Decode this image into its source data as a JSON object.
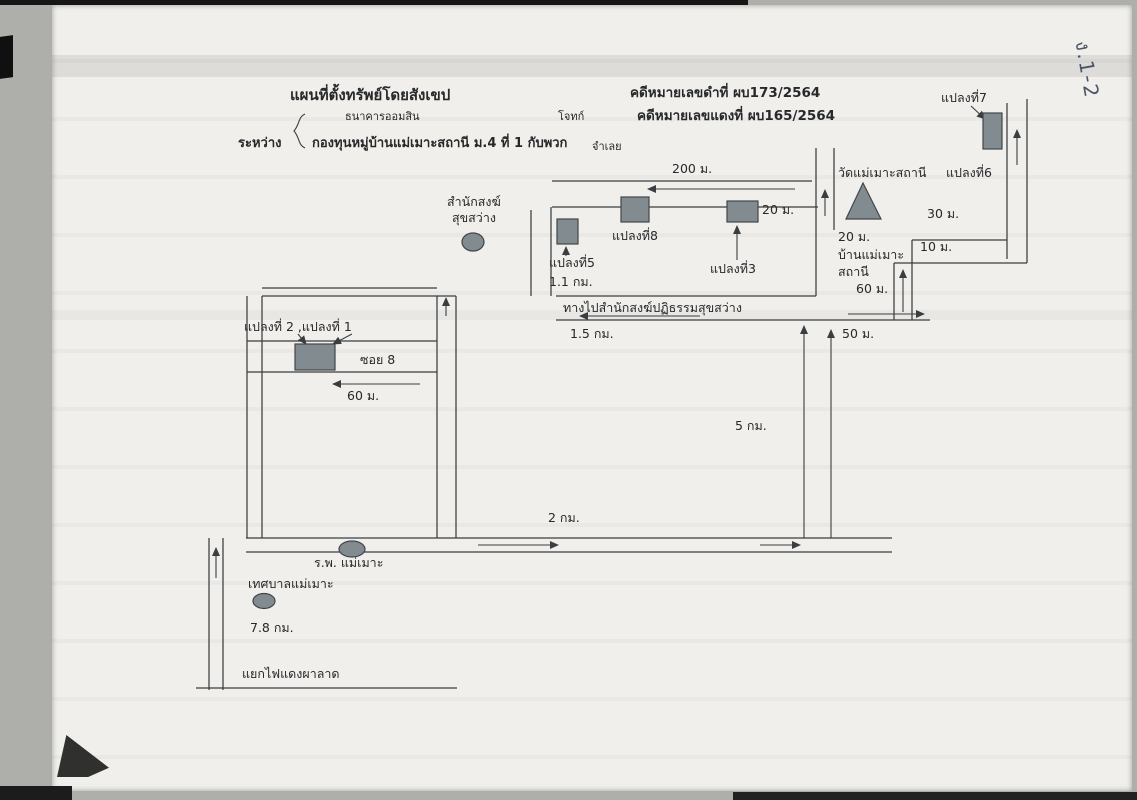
{
  "artifacts": {
    "handwritten_note": "ง.1-2"
  },
  "header": {
    "title": "แผนที่ตั้งทรัพย์โดยสังเขป",
    "case_black_number": "คดีหมายเลขดำที่ ผบ173/2564",
    "case_red_number": "คดีหมายเลขแดงที่ ผบ165/2564",
    "between_label": "ระหว่าง",
    "plaintiff_name": "ธนาคารออมสิน",
    "plaintiff_role": "โจทก์",
    "defendant_name": "กองทุนหมู่บ้านแม่เมาะสถานี ม.4 ที่ 1 กับพวก",
    "defendant_role": "จำเลย"
  },
  "map": {
    "labels": {
      "plot7": "แปลงที่7",
      "plot6": "แปลงที่6",
      "plot8": "แปลงที่8",
      "plot5": "แปลงที่5",
      "plot3": "แปลงที่3",
      "plots_2_1": "แปลงที่ 2 ,แปลงที่ 1",
      "temple": "วัดแม่เมาะสถานี",
      "village_line1": "บ้านแม่เมาะ",
      "village_line2": "สถานี",
      "monastery_line1": "สำนักสงฆ์",
      "monastery_line2": "สุขสว่าง",
      "road_to_monastery": "ทางไปสำนักสงฆ์ปฏิธรรมสุขสว่าง",
      "soi8": "ซอย 8",
      "hospital": "ร.พ. แม่เมาะ",
      "municipality": "เทศบาลแม่เมาะ",
      "intersection": "แยกไฟแดงผาลาด"
    },
    "distances": {
      "d200m": "200 ม.",
      "d20m_top": "20 ม.",
      "d20m_village": "20 ม.",
      "d60m_village": "60 ม.",
      "d30m": "30 ม.",
      "d10m": "10 ม.",
      "d50m": "50 ม.",
      "d1_5km": "1.5 กม.",
      "d1_1km": "1.1 กม.",
      "d60m_soi": "60 ม.",
      "d5km": "5 กม.",
      "d2km": "2 กม.",
      "d7_8km": "7.8 กม."
    },
    "appearance": {
      "paper_color": "#f0efeb",
      "line_color": "#3b3e40",
      "plot_fill_color": "#828c90",
      "note_ink_color": "#4d5668"
    }
  }
}
